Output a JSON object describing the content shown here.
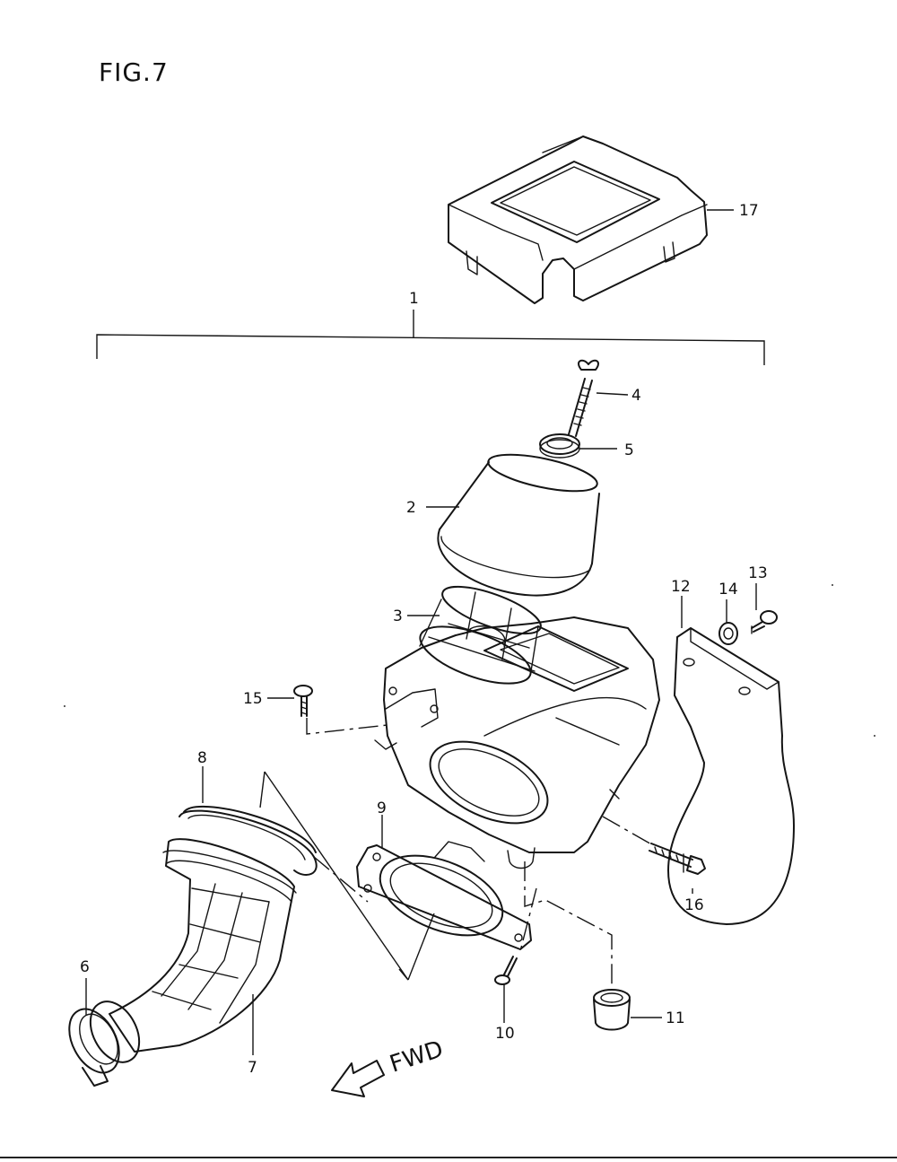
{
  "figure_title": "FIG.7",
  "direction_label": "FWD",
  "callouts": {
    "c1": "1",
    "c2": "2",
    "c3": "3",
    "c4": "4",
    "c5": "5",
    "c6": "6",
    "c7": "7",
    "c8": "8",
    "c9": "9",
    "c10": "10",
    "c11": "11",
    "c12": "12",
    "c13": "13",
    "c14": "14",
    "c15": "15",
    "c16": "16",
    "c17": "17"
  }
}
